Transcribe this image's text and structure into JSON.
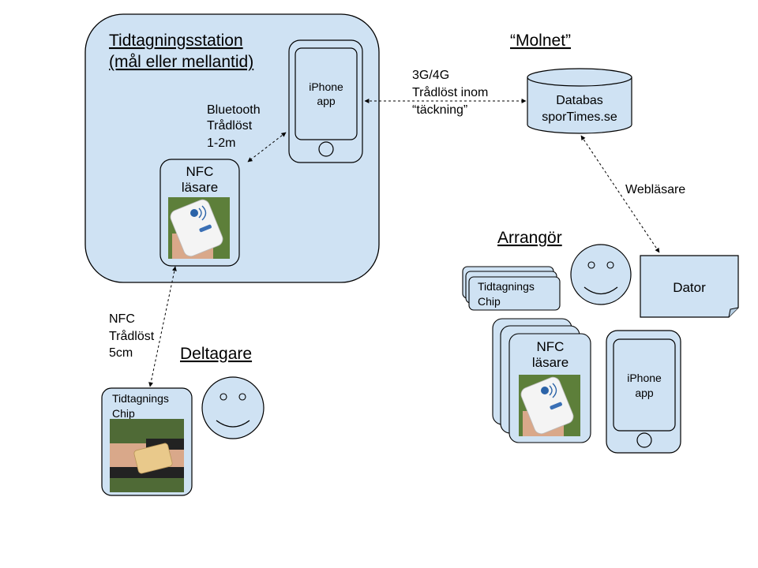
{
  "colors": {
    "fill": "#cfe2f3",
    "stroke": "#000000",
    "background": "#ffffff",
    "photo_grass": "#5d7f3a",
    "photo_reader": "#f4f4f4",
    "photo_skin": "#d9a88a",
    "photo_tag": "#e9c98b",
    "photo_strap": "#222222"
  },
  "station": {
    "title_line1": "Tidtagningsstation",
    "title_line2": "(mål eller mellantid)",
    "phone_line1": "iPhone",
    "phone_line2": "app",
    "bluetooth_line1": "Bluetooth",
    "bluetooth_line2": "Trådlöst",
    "bluetooth_line3": "1-2m",
    "nfc_line1": "NFC",
    "nfc_line2": "läsare",
    "nfc_photo_icon": "nfc-bluetooth-reader-photo"
  },
  "cloud": {
    "title": "“Molnet”",
    "db_line1": "Databas",
    "db_line2": "sporTimes.se",
    "link_line1": "3G/4G",
    "link_line2": "Trådlöst inom",
    "link_line3": "“täckning”"
  },
  "participant": {
    "title": "Deltagare",
    "nfc_line1": "NFC",
    "nfc_line2": "Trådlöst",
    "nfc_line3": "5cm",
    "chip_line1": "Tidtagnings",
    "chip_line2": "Chip",
    "chip_photo_icon": "wristband-chip-photo"
  },
  "organizer": {
    "title": "Arrangör",
    "chip_line1": "Tidtagnings",
    "chip_line2": "Chip",
    "nfc_line1": "NFC",
    "nfc_line2": "läsare",
    "phone_line1": "iPhone",
    "phone_line2": "app",
    "computer_label": "Dator",
    "browser_label": "Webläsare"
  }
}
